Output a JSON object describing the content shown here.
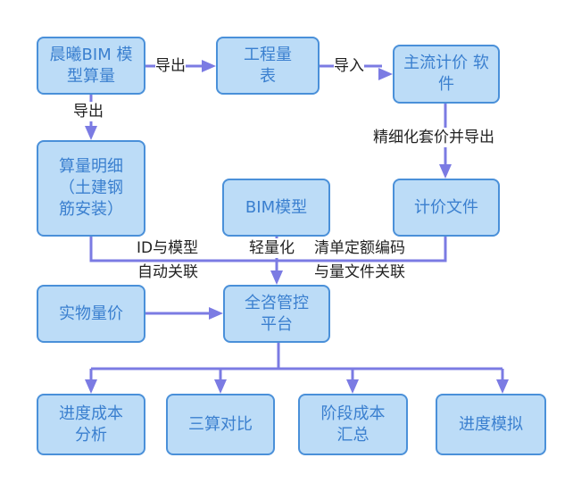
{
  "nodes": {
    "chenxi_bim": "晨曦BIM 模型算量",
    "quantity_table": "工程量 表",
    "pricing_software": "主流计价 软件",
    "quantity_detail": "算量明细 （土建钢 筋安装）",
    "bim_model": "BIM模型",
    "pricing_file": "计价文件",
    "physical_price": "实物量价",
    "platform": "全咨管控 平台",
    "progress_cost_analysis": "进度成本 分析",
    "three_calc_compare": "三算对比",
    "stage_cost_summary": "阶段成本 汇总",
    "progress_simulation": "进度模拟"
  },
  "edges": {
    "export_right": "导出",
    "export_down": "导出",
    "import": "导入",
    "refine_export": "精细化套价并导出",
    "id_link_1": "ID与模型",
    "id_link_2": "自动关联",
    "lightweight": "轻量化",
    "code_link_1": "清单定额编码",
    "code_link_2": "与量文件关联"
  },
  "colors": {
    "box_fill": "#bcdcf7",
    "box_border": "#4a90d9",
    "box_text": "#3a7fcf",
    "connector": "#7b7be3"
  }
}
